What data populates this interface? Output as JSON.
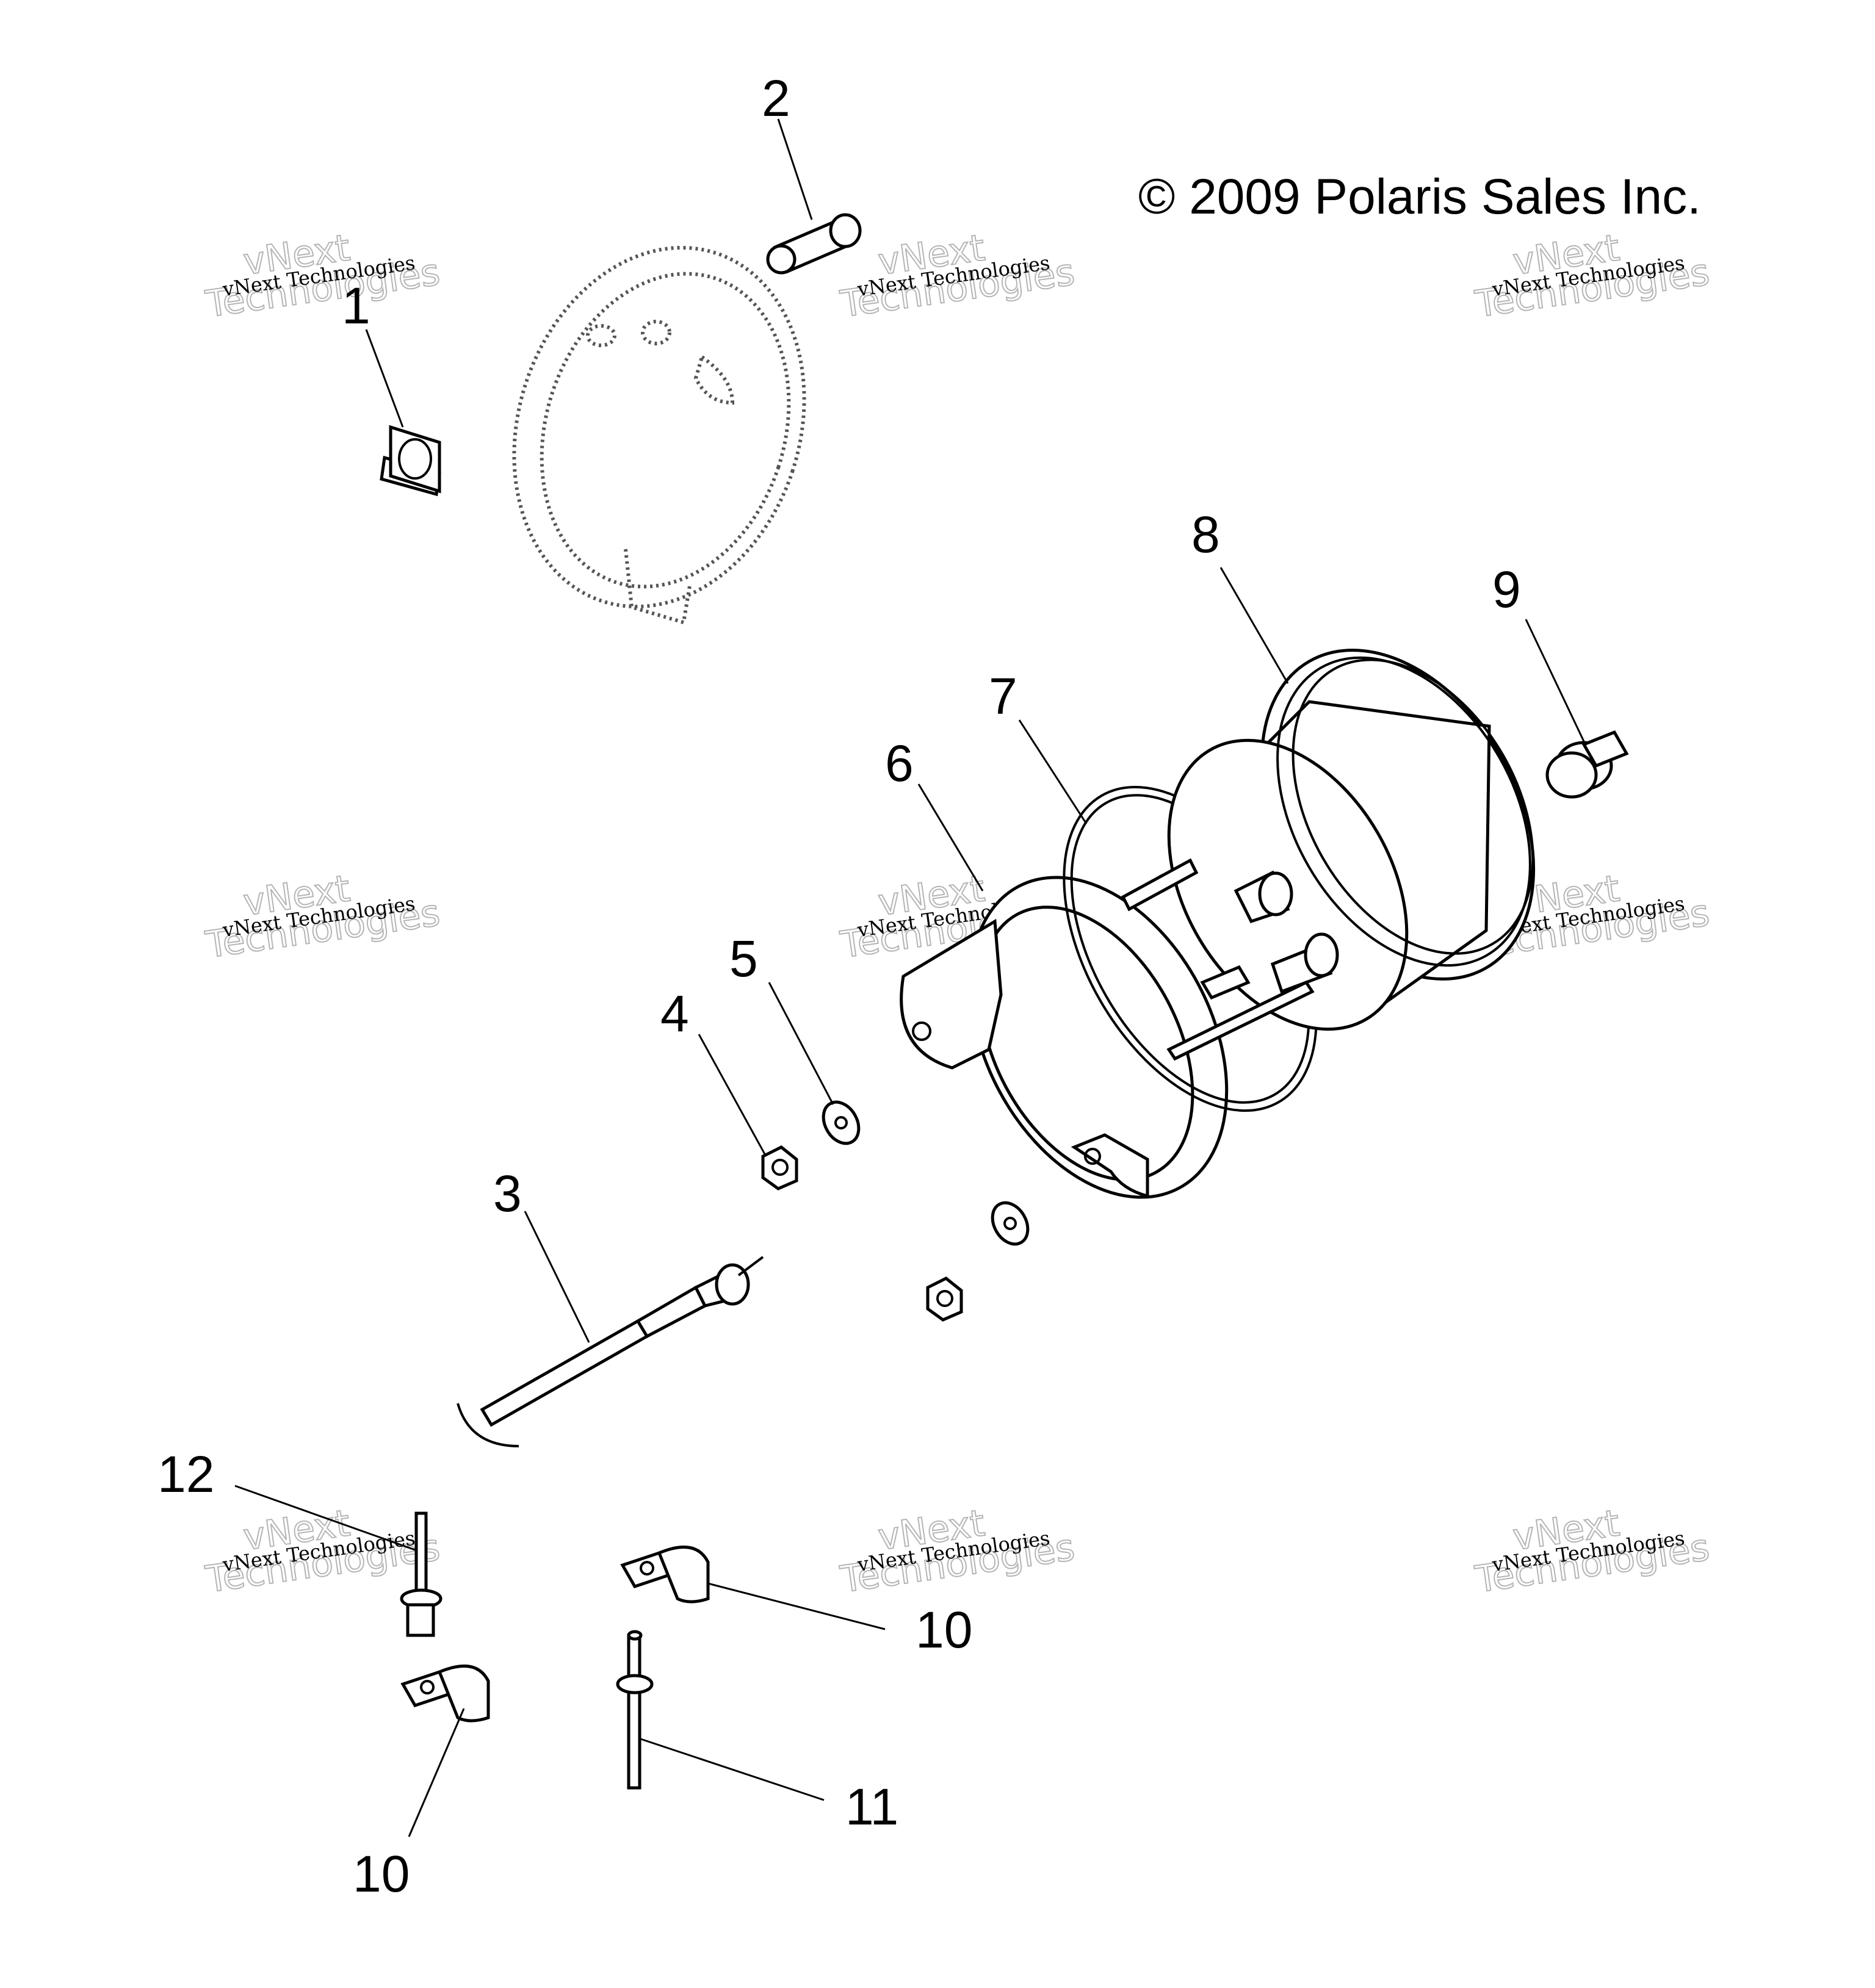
{
  "copyright": "© 2009 Polaris Sales Inc.",
  "watermark": {
    "small": "vNext Technologies",
    "big_line1": "vNext",
    "big_line2": "Technologies"
  },
  "callouts": [
    {
      "id": "1",
      "label": "1"
    },
    {
      "id": "2",
      "label": "2"
    },
    {
      "id": "3",
      "label": "3"
    },
    {
      "id": "4",
      "label": "4"
    },
    {
      "id": "5",
      "label": "5"
    },
    {
      "id": "6",
      "label": "6"
    },
    {
      "id": "7",
      "label": "7"
    },
    {
      "id": "8",
      "label": "8"
    },
    {
      "id": "9",
      "label": "9"
    },
    {
      "id": "10a",
      "label": "10"
    },
    {
      "id": "10b",
      "label": "10"
    },
    {
      "id": "11",
      "label": "11"
    },
    {
      "id": "12",
      "label": "12"
    }
  ]
}
